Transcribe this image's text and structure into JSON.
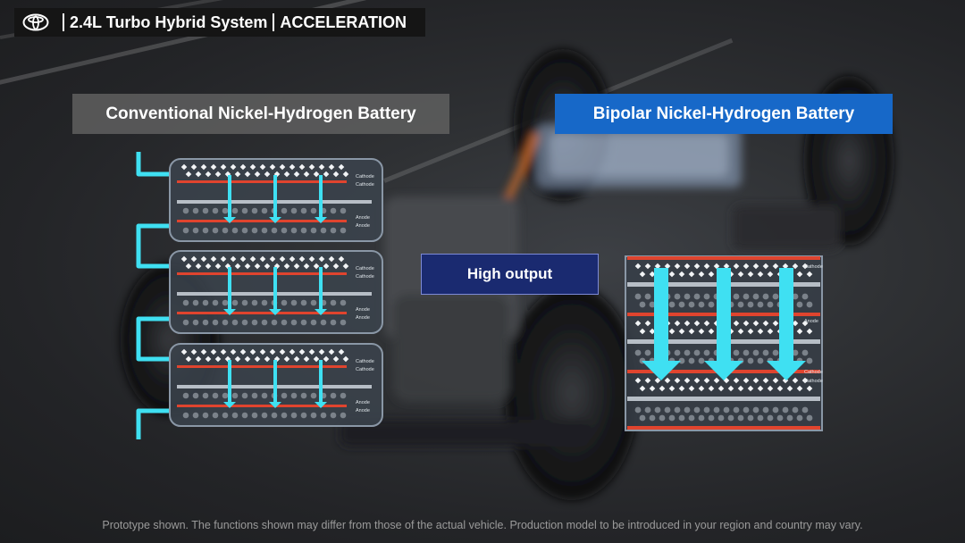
{
  "header": {
    "brand_icon": "toyota-logo-icon",
    "system_name": "2.4L Turbo Hybrid System",
    "mode": "ACCELERATION"
  },
  "conventional": {
    "title": "Conventional Nickel-Hydrogen Battery",
    "cell_labels": {
      "cathode": "Cathode",
      "anode": "Anode"
    },
    "cell_count": 3
  },
  "bipolar": {
    "title": "Bipolar Nickel-Hydrogen Battery",
    "cell_labels": {
      "cathode": "Cathode",
      "anode": "Anode"
    }
  },
  "center_badge": "High output",
  "footer_note": "Prototype shown. The functions shown may differ from those of the actual vehicle. Production model to be introduced in your region and country may vary.",
  "colors": {
    "accent_cyan": "#3fe0f2",
    "electrode_red": "#e0442e",
    "bipolar_blue": "#1768c8",
    "badge_navy": "#1a2a70"
  }
}
